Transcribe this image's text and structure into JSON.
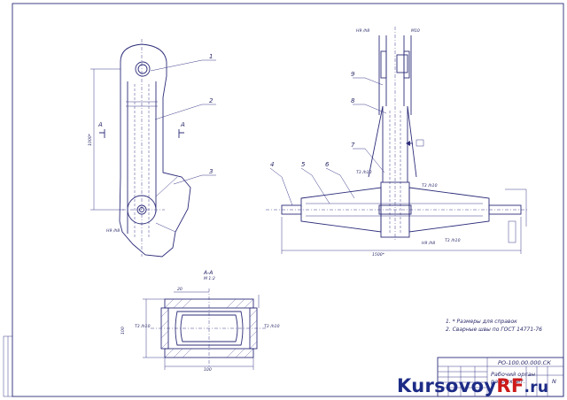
{
  "position_numbers": [
    "1",
    "2",
    "3",
    "4",
    "5",
    "6",
    "7",
    "8",
    "9"
  ],
  "section_marks": {
    "letter": "А",
    "section_title": "А-А",
    "scale": "М 1:2"
  },
  "notes": [
    "1. * Размеры для справок",
    "2. Сварные швы по ГОСТ 14771-76"
  ],
  "title_block": {
    "designation": "РО-100.00.000.СК",
    "name_line1": "Рабочий орган",
    "name_line2": "разрыхлит.",
    "sheet_letter": "N"
  },
  "watermark": {
    "main": "Kursovoy",
    "accent": "RF",
    "suffix": ".ru"
  },
  "left_dims": {
    "height": "1000*"
  },
  "right_dims": {
    "length": "1500*"
  }
}
